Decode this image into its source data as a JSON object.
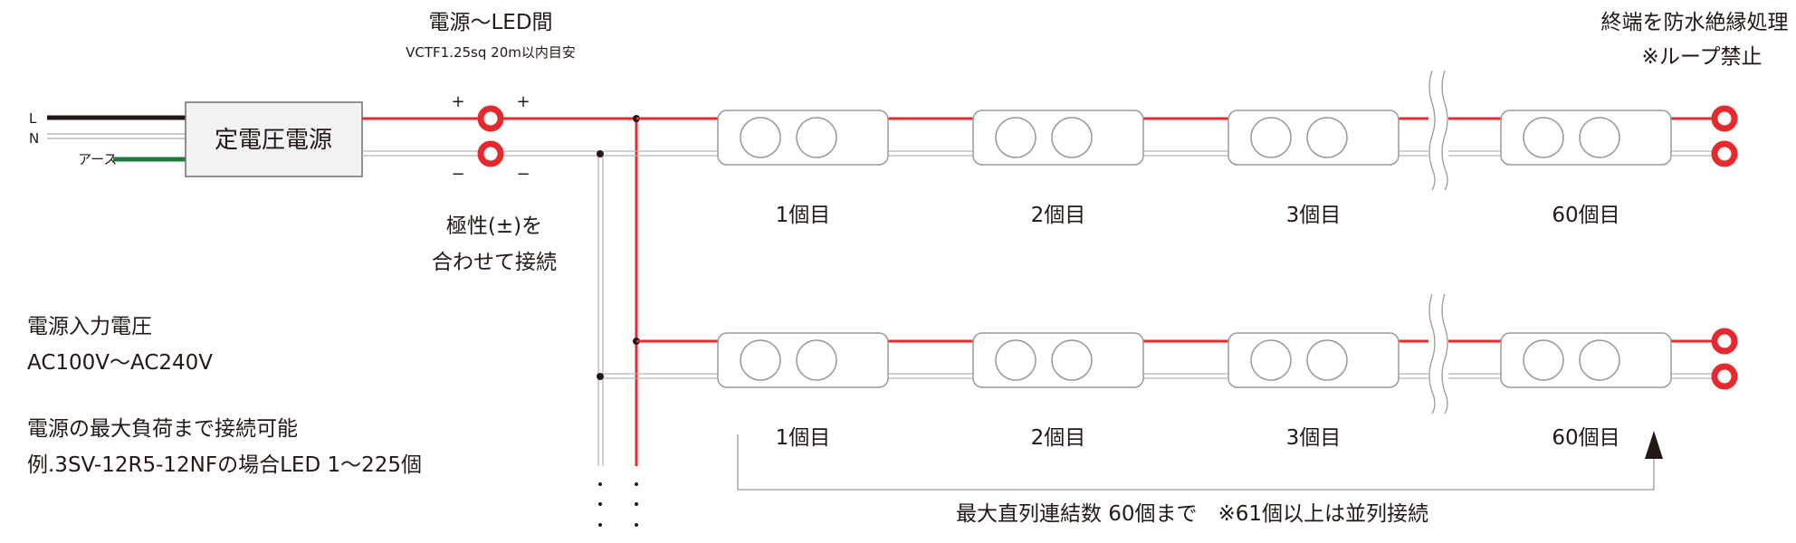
{
  "colors": {
    "positive_wire": "#e6282f",
    "negative_wire": "#b8b8b8",
    "live_wire": "#231815",
    "earth_wire": "#1e7b3c",
    "terminal_ring": "#e6282f",
    "module_outline": "#9a9a9a",
    "text": "#231815"
  },
  "top_label": {
    "title": "電源〜LED間",
    "subtitle": "VCTF1.25sq 20m以内目安"
  },
  "end_label": {
    "line1": "終端を防水絶縁処理",
    "line2": "※ループ禁止"
  },
  "input": {
    "l_label": "L",
    "n_label": "N",
    "earth_label": "アース"
  },
  "power_supply": {
    "label": "定電圧電源"
  },
  "terminal": {
    "plus": "+",
    "minus": "−"
  },
  "polarity_note": {
    "line1": "極性(±)を",
    "line2": "合わせて接続"
  },
  "rows": [
    {
      "modules": [
        {
          "label": "1個目",
          "icon": "led-module-icon"
        },
        {
          "label": "2個目",
          "icon": "led-module-icon"
        },
        {
          "label": "3個目",
          "icon": "led-module-icon"
        },
        {
          "label": "60個目",
          "icon": "led-module-icon"
        }
      ]
    },
    {
      "modules": [
        {
          "label": "1個目",
          "icon": "led-module-icon"
        },
        {
          "label": "2個目",
          "icon": "led-module-icon"
        },
        {
          "label": "3個目",
          "icon": "led-module-icon"
        },
        {
          "label": "60個目",
          "icon": "led-module-icon"
        }
      ]
    }
  ],
  "notes": {
    "input_voltage_label": "電源入力電圧",
    "input_voltage_value": "AC100V〜AC240V",
    "max_load_line1": "電源の最大負荷まで接続可能",
    "max_load_line2": "例.3SV-12R5-12NFの場合LED 1〜225個"
  },
  "bottom_note": "最大直列連結数 60個まで　※61個以上は並列接続"
}
